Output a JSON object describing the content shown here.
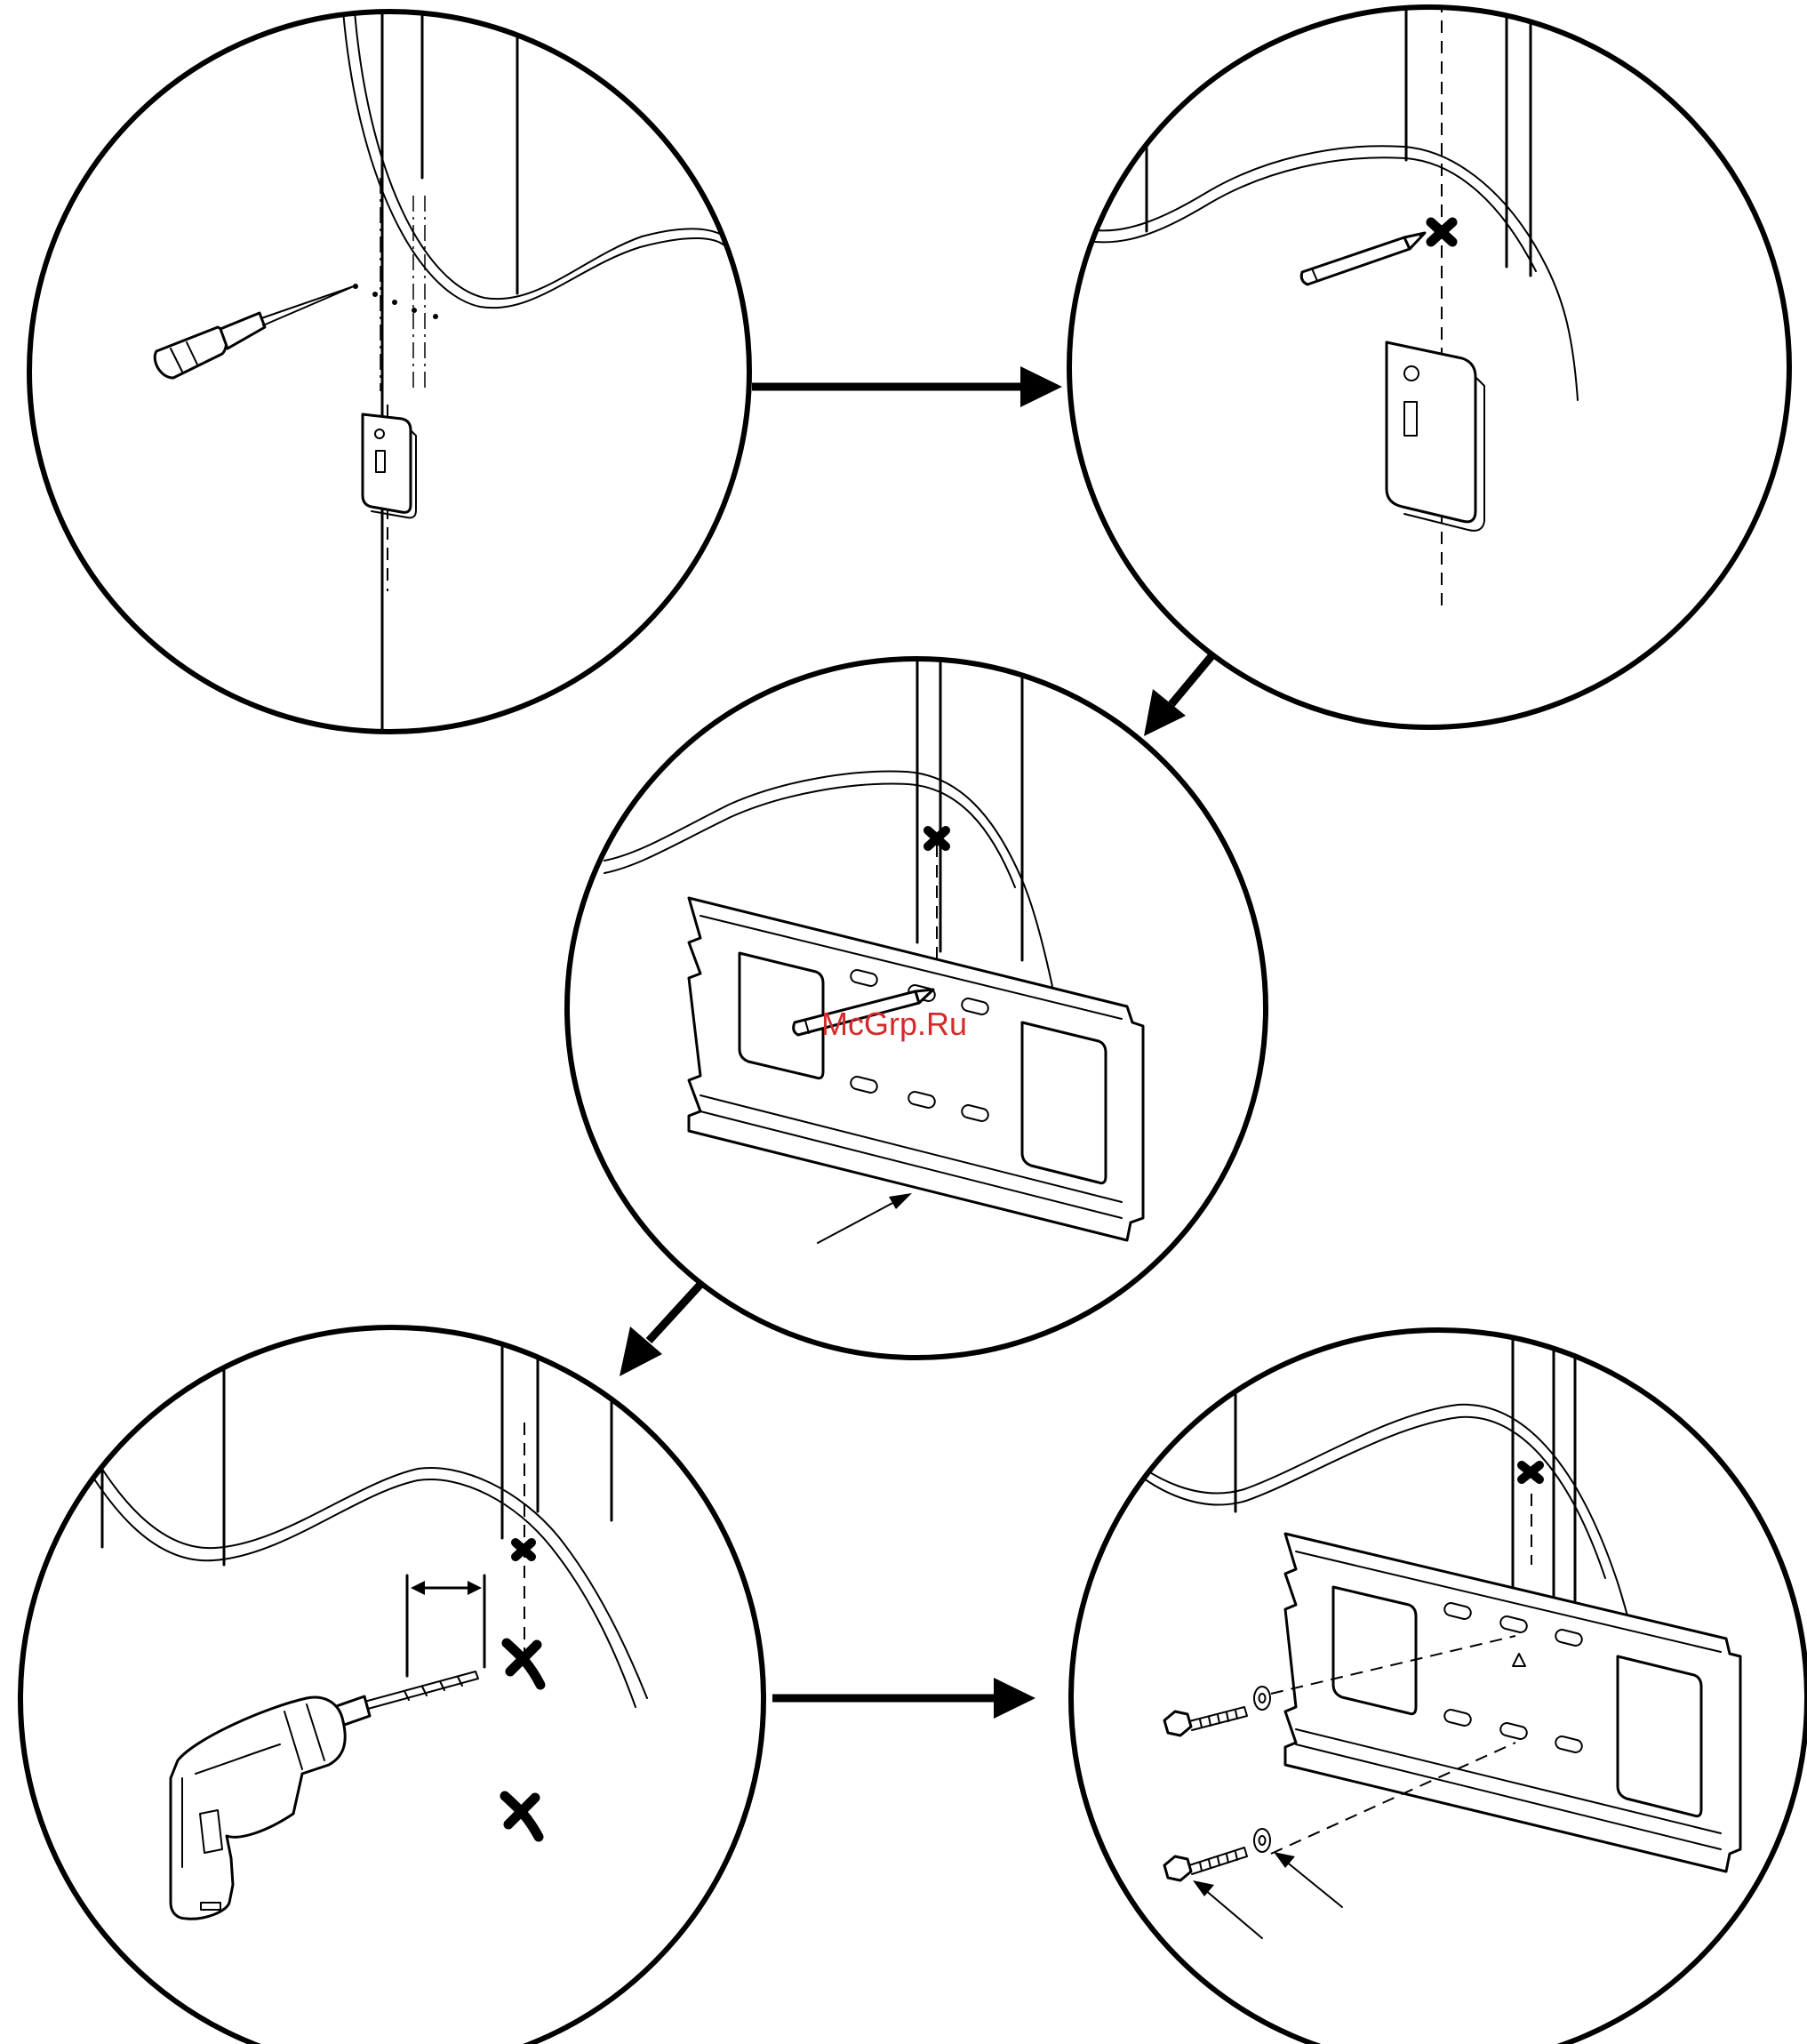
{
  "watermark": {
    "text": "McGrp.Ru",
    "color": "#d42a2a"
  },
  "colors": {
    "ink": "#000000",
    "paper": "#ffffff"
  },
  "steps": [
    {
      "id": 1,
      "depicts": "awl-probing-wall"
    },
    {
      "id": 2,
      "depicts": "pencil-marking-point"
    },
    {
      "id": 3,
      "depicts": "plate-marking-holes"
    },
    {
      "id": 4,
      "depicts": "drilling-pilot-holes"
    },
    {
      "id": 5,
      "depicts": "lag-bolts-and-washers"
    }
  ],
  "icons": [
    "awl-icon",
    "pencil-icon",
    "drill-icon",
    "lag-bolt-icon",
    "washer-icon",
    "wall-plate-icon",
    "light-switch-icon",
    "level-bubble-icon"
  ]
}
